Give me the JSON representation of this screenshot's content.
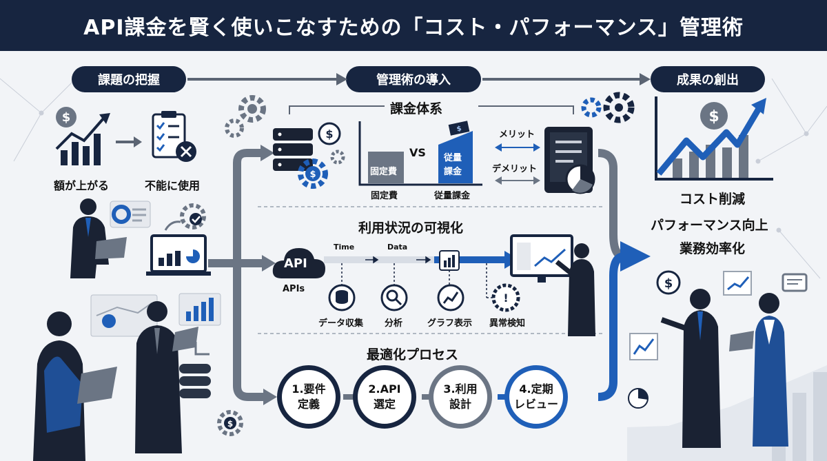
{
  "title": "API課金を賢く使いこなすための「コスト・パフォーマンス」管理術",
  "flow": {
    "stage1": "課題の把握",
    "stage2": "管理術の導入",
    "stage3": "成果の創出"
  },
  "problems": {
    "cost_up": "額が上がる",
    "unusable": "不能に使用"
  },
  "pricing": {
    "heading": "課金体系",
    "fixed_bar": "固定費",
    "vs": "VS",
    "usage_bar_line1": "従量",
    "usage_bar_line2": "課金",
    "fixed_label": "固定費",
    "usage_label": "従量課金",
    "merit": "メリット",
    "demerit": "デメリット"
  },
  "visualization": {
    "heading": "利用状況の可視化",
    "api_cloud": "API",
    "apis_label": "APIs",
    "time_label": "Time",
    "data_label": "Data",
    "items": [
      "データ収集",
      "分析",
      "グラフ表示",
      "異常検知"
    ]
  },
  "optimization": {
    "heading": "最適化プロセス",
    "steps": [
      {
        "line1": "1.要件",
        "line2": "定義"
      },
      {
        "line1": "2.API",
        "line2": "選定"
      },
      {
        "line1": "3.利用",
        "line2": "設計"
      },
      {
        "line1": "4.定期",
        "line2": "レビュー"
      }
    ]
  },
  "results": {
    "items": [
      "コスト削減",
      "パフォーマンス向上",
      "業務効率化"
    ]
  },
  "colors": {
    "navy": "#172540",
    "blue": "#1f5fb8",
    "gray": "#6b7584"
  }
}
